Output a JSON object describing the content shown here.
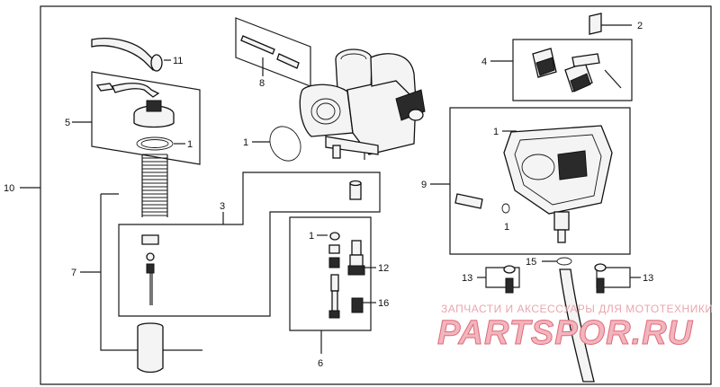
{
  "diagram": {
    "labels": {
      "l1_gasket_main": "1",
      "l1_pilot_orifice": "1",
      "l1_float_chamber": "1",
      "l1_chamber_sub": "1",
      "l1_needle_jet": "1",
      "l2": "2",
      "l3": "3",
      "l4": "4",
      "l5": "5",
      "l6": "6",
      "l7": "7",
      "l8": "8",
      "l9": "9",
      "l10": "10",
      "l11": "11",
      "l12": "12",
      "l13_left": "13",
      "l13_right": "13",
      "l15": "15",
      "l16": "16"
    }
  },
  "watermark": {
    "line1": "ЗАПЧАСТИ И АКСЕССУАРЫ ДЛЯ МОТОТЕХНИКИ",
    "line2": "PARTSPOR.RU"
  },
  "colors": {
    "line": "#1a1a1a",
    "watermark_fill": "#f2b5bd",
    "watermark_stroke": "#e06a7a"
  }
}
